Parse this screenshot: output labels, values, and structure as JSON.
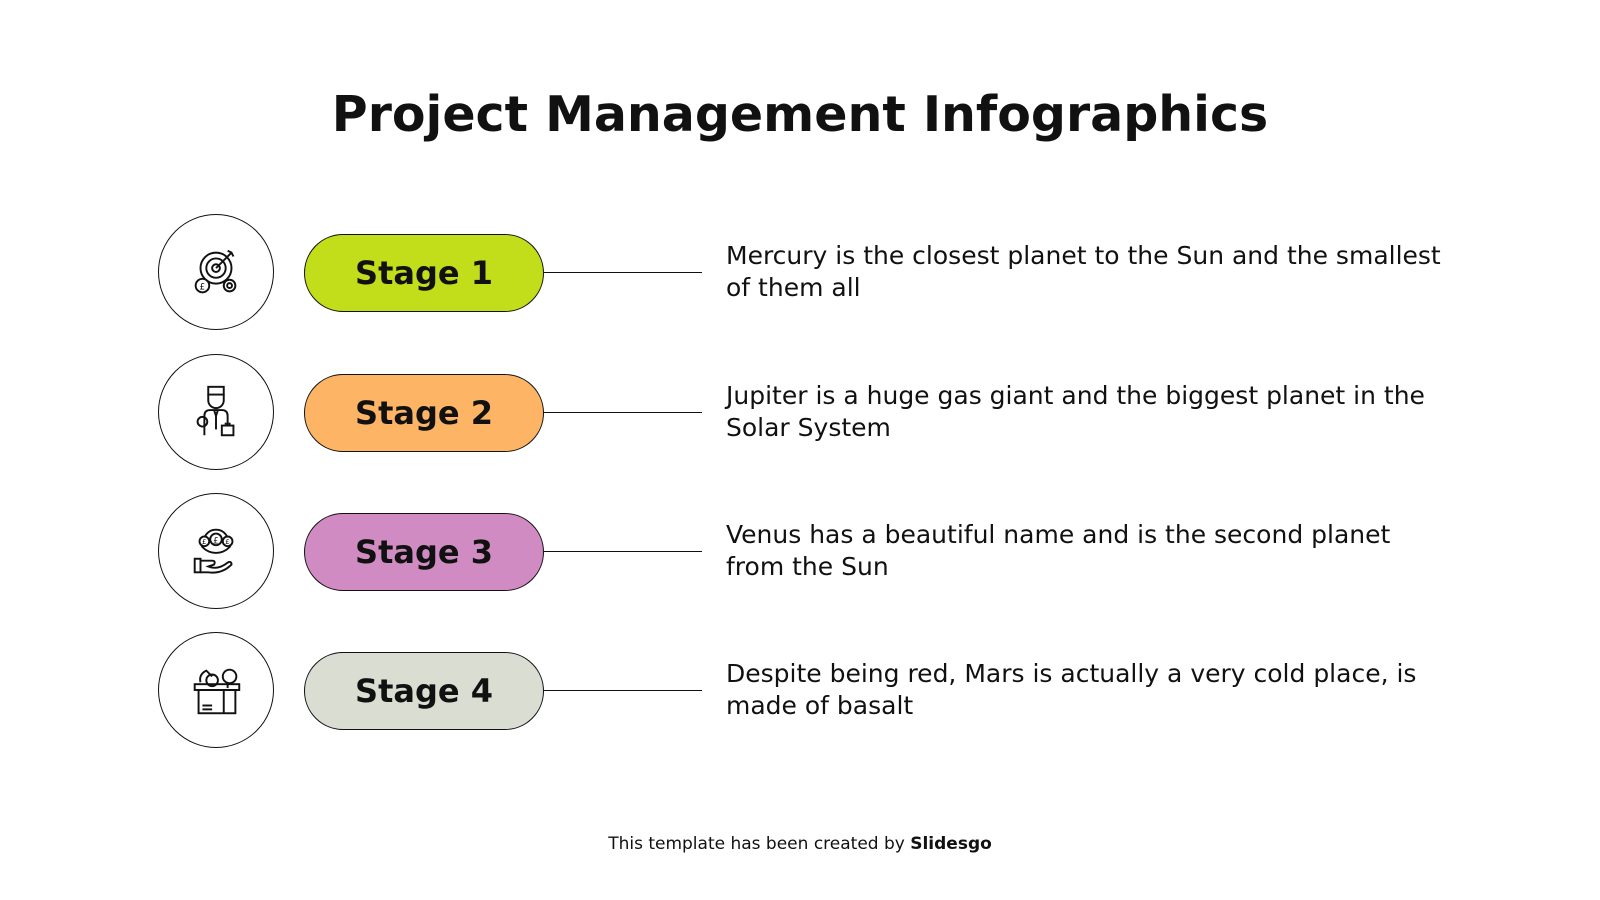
{
  "slide": {
    "title": "Project Management Infographics",
    "stages": [
      {
        "label": "Stage 1",
        "color": "#C2DD1A",
        "icon": "target-gear-pound-icon",
        "description": "Mercury is the closest planet to the Sun and the smallest of them all"
      },
      {
        "label": "Stage 2",
        "color": "#FDB565",
        "icon": "businessman-briefcase-icon",
        "description": "Jupiter is a huge gas giant and the biggest planet in the Solar System"
      },
      {
        "label": "Stage 3",
        "color": "#CF8BC2",
        "icon": "hand-coins-icon",
        "description": "Venus has a beautiful name and is the second planet from the Sun"
      },
      {
        "label": "Stage 4",
        "color": "#DADDD1",
        "icon": "box-tools-icon",
        "description": "Despite being red, Mars is actually a very cold place, is made of basalt"
      }
    ],
    "footer": {
      "prefix": "This template has been created by ",
      "brand": "Slidesgo"
    }
  }
}
